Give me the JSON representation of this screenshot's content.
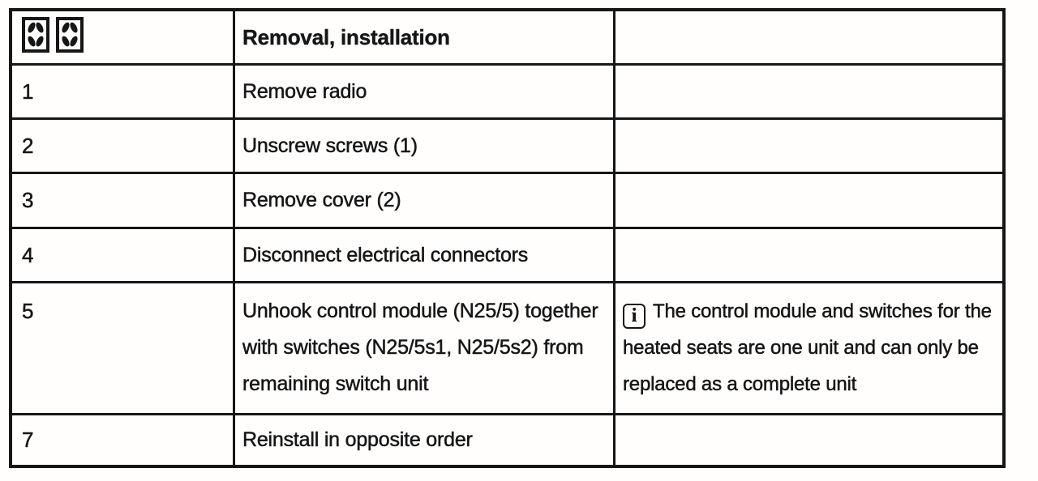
{
  "page": {
    "background": "#ffffff",
    "ink": "#161616",
    "kind": "scanned service manual procedure table"
  },
  "table": {
    "header": {
      "icons": [
        "pictogram-icon",
        "pictogram-icon"
      ],
      "title": "Removal, installation",
      "note": ""
    },
    "rows": [
      {
        "step": "1",
        "instruction": "Remove radio",
        "note": ""
      },
      {
        "step": "2",
        "instruction": "Unscrew screws (1)",
        "note": ""
      },
      {
        "step": "3",
        "instruction": "Remove cover (2)",
        "note": ""
      },
      {
        "step": "4",
        "instruction": "Disconnect electrical connectors",
        "note": ""
      },
      {
        "step": "5",
        "instruction": "Unhook control module (N25/5) together with switches (N25/5s1, N25/5s2) from remaining switch unit",
        "note": "The control module and switches for the heated seats are one unit and can only be replaced as a complete unit",
        "note_icon": "info-icon",
        "note_icon_glyph": "i"
      },
      {
        "step": "7",
        "instruction": "Reinstall in opposite order",
        "note": ""
      }
    ]
  }
}
